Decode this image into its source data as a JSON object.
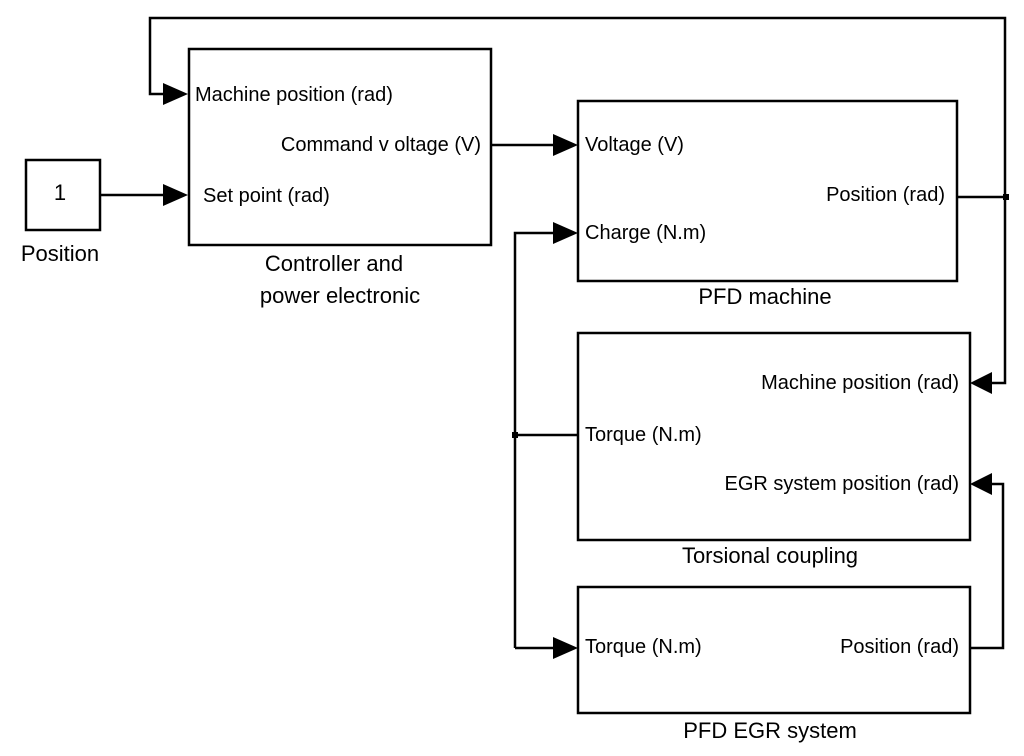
{
  "blocks": {
    "constant": {
      "value": "1",
      "caption": "Position"
    },
    "controller": {
      "caption_line1": "Controller and",
      "caption_line2": "power electronic",
      "in_machine_position": "Machine position (rad)",
      "in_set_point": "Set point (rad)",
      "out_command_voltage": "Command v oltage (V)"
    },
    "pfd_machine": {
      "caption": "PFD machine",
      "in_voltage": "Voltage (V)",
      "in_charge": "Charge (N.m)",
      "out_position": "Position (rad)"
    },
    "torsional_coupling": {
      "caption": "Torsional coupling",
      "in_machine_position": "Machine position (rad)",
      "in_egr_position": "EGR system position (rad)",
      "out_torque": "Torque (N.m)"
    },
    "pfd_egr": {
      "caption": "PFD EGR system",
      "in_torque": "Torque (N.m)",
      "out_position": "Position (rad)"
    }
  }
}
